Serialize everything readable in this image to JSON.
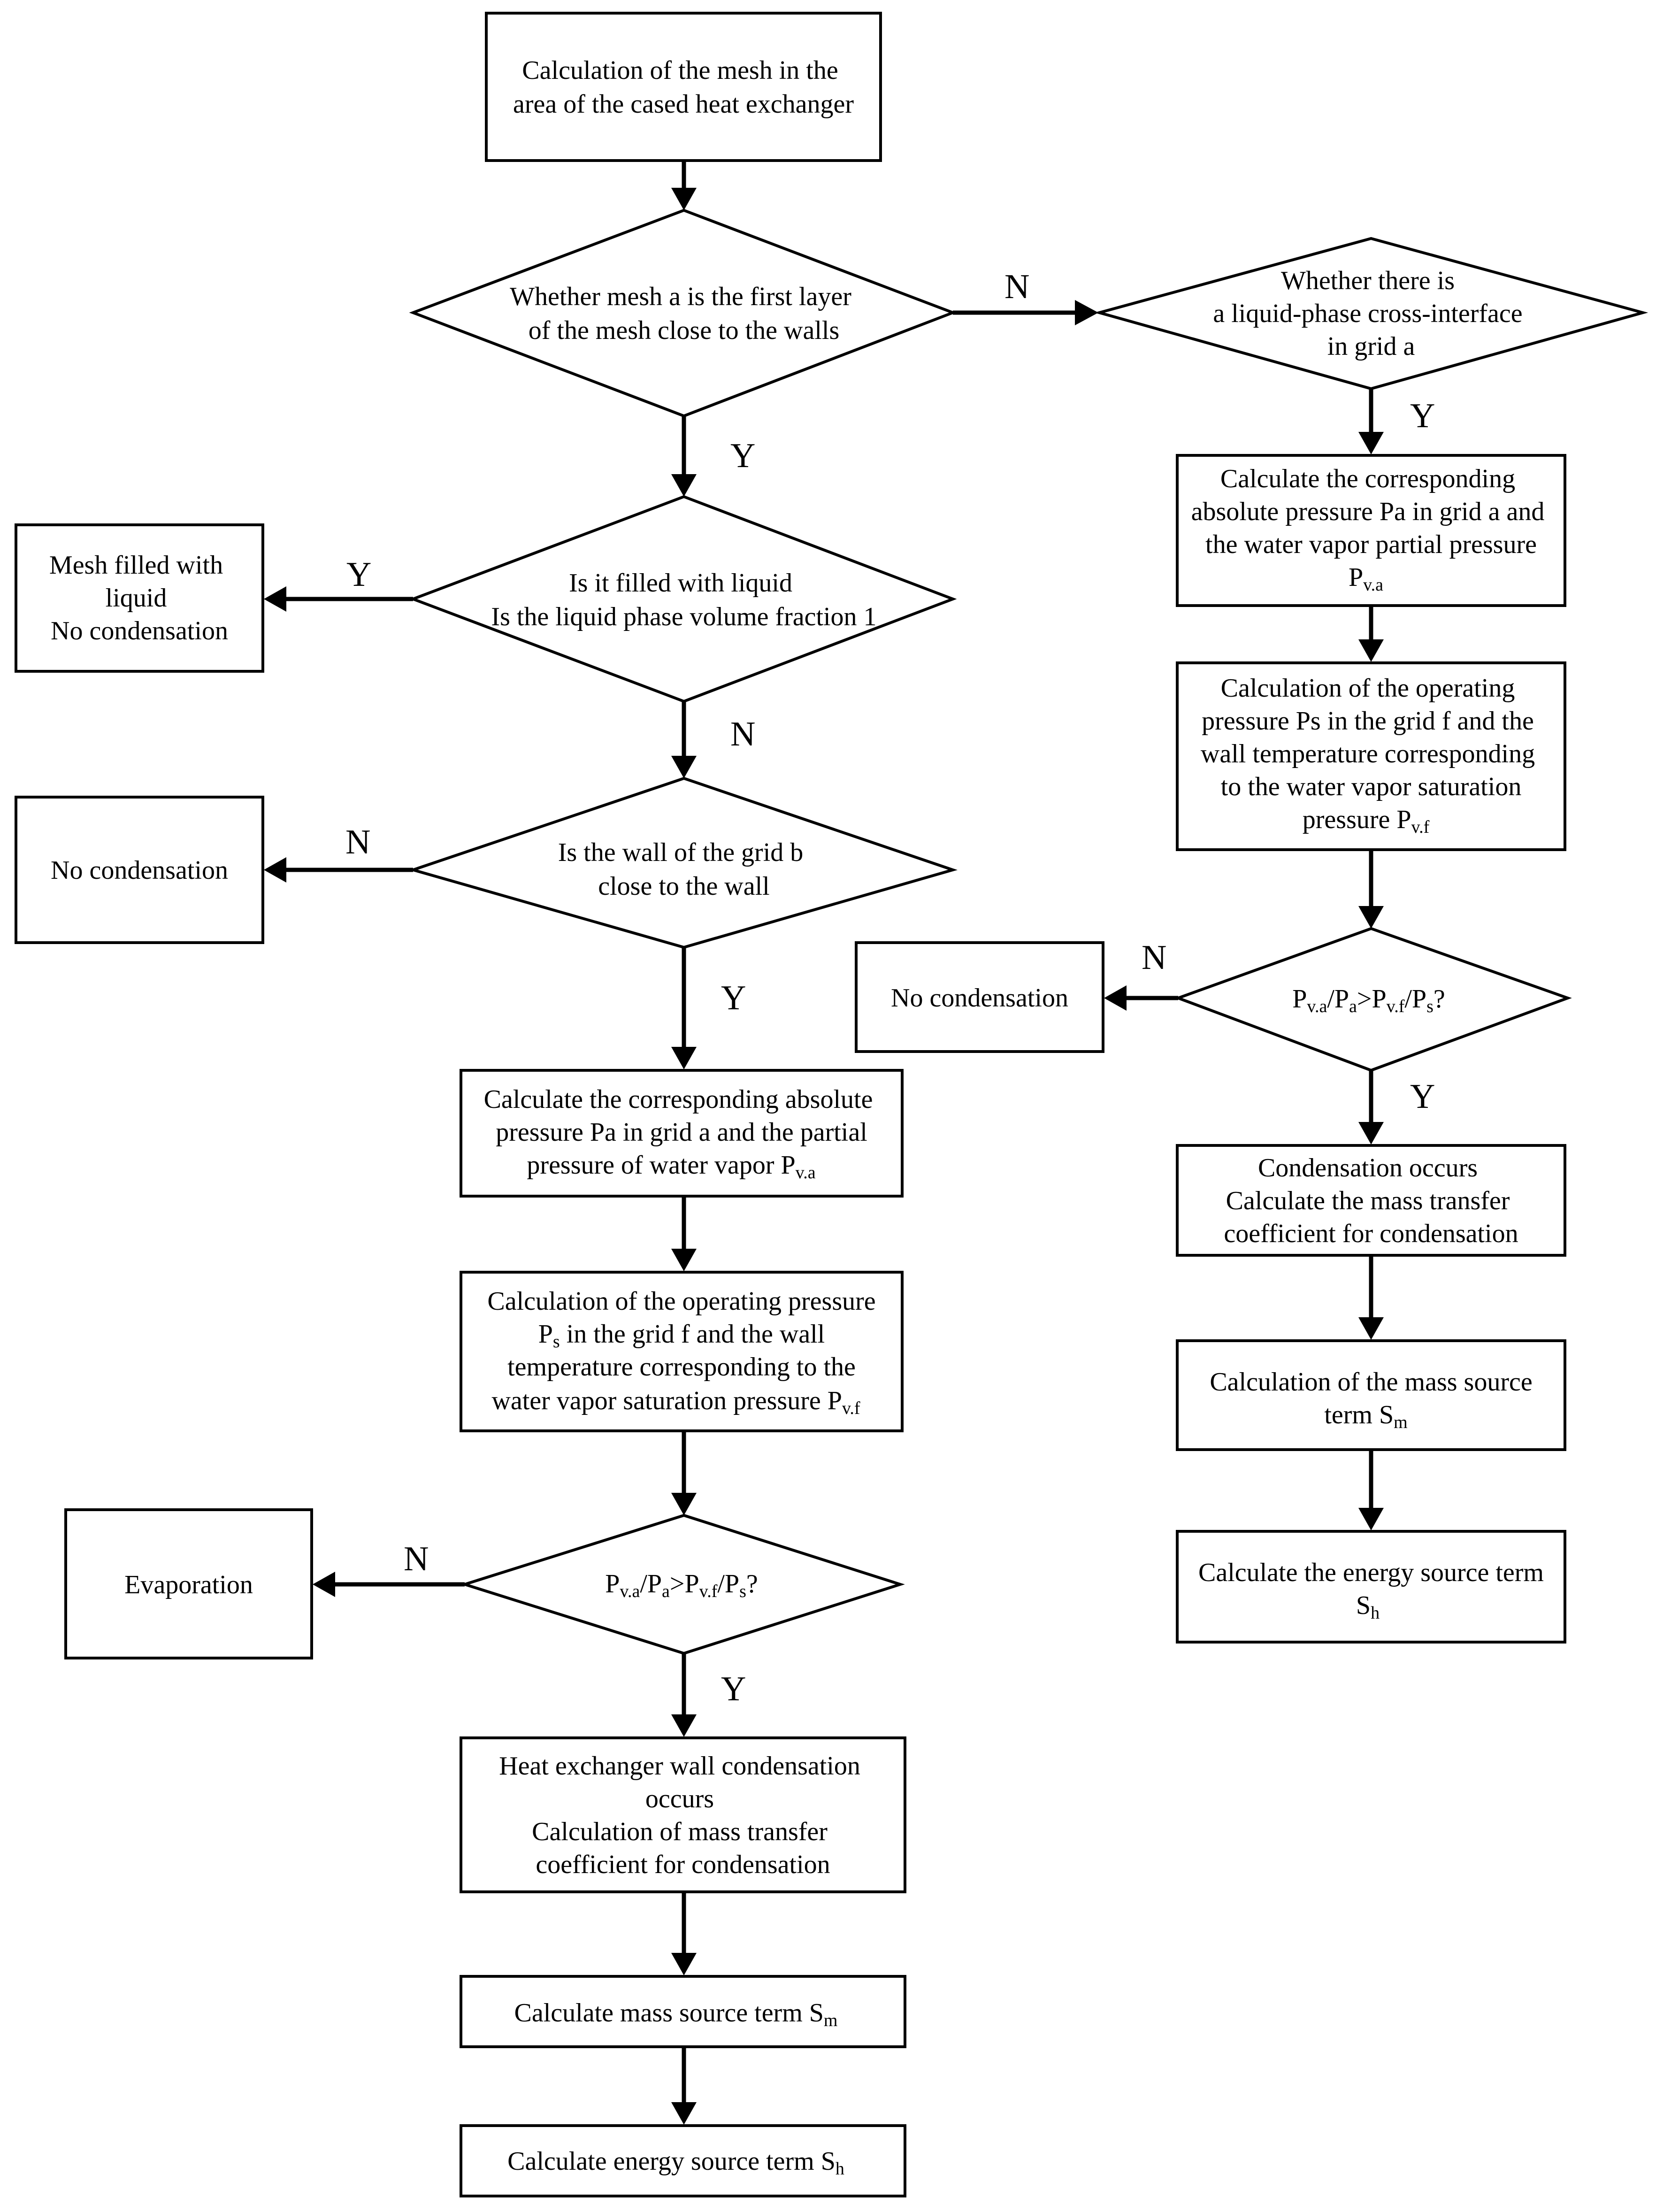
{
  "nodes": {
    "mesh_calc": {
      "lines": [
        "Calculation of the mesh in the",
        "area of the cased heat exchanger"
      ]
    },
    "first_layer": {
      "lines": [
        "Whether mesh a is the first layer",
        "of the mesh close to the walls"
      ]
    },
    "cross_interface": {
      "lines": [
        "Whether there is",
        "a liquid-phase cross-interface",
        "in grid a"
      ]
    },
    "filled_liquid": {
      "lines": [
        "Is it filled with liquid",
        "Is the liquid phase volume fraction 1"
      ]
    },
    "mesh_filled": {
      "lines": [
        "Mesh filled with",
        "liquid",
        "No condensation"
      ]
    },
    "wall_grid_b": {
      "lines": [
        "Is the wall of the grid b",
        "close to the wall"
      ]
    },
    "no_cond_left": {
      "lines": [
        "No condensation"
      ]
    },
    "abs_pressure_left": {
      "lines": [
        "Calculate the corresponding absolute",
        "pressure Pa in grid a and the partial",
        "pressure of water vapor P"
      ],
      "sub": "v.a"
    },
    "op_pressure_left": {
      "line1": "Calculation of the operating pressure",
      "line2_main": "P",
      "line2_sub": "s",
      "line2_rest": " in the grid f and the wall",
      "line3": "temperature corresponding to the",
      "line4_main": "water vapor saturation pressure P",
      "line4_sub": "v.f"
    },
    "decision_left": {
      "p": "P",
      "sub_va": "v.a",
      "a_sub": "a",
      "gt": ">",
      "sub_vf": "v.f",
      "s_sub": "s",
      "q": "?",
      "slash": "/"
    },
    "evaporation": {
      "lines": [
        "Evaporation"
      ]
    },
    "hx_condensation": {
      "lines": [
        "Heat exchanger wall condensation",
        "occurs",
        "Calculation of mass transfer",
        "coefficient for condensation"
      ]
    },
    "mass_source_left": {
      "main": "Calculate  mass source term S",
      "sub": "m"
    },
    "energy_source_left": {
      "main": "Calculate energy source term S",
      "sub": "h"
    },
    "abs_pressure_right": {
      "lines": [
        "Calculate the corresponding",
        "absolute pressure Pa in grid a and",
        "the water vapor partial pressure"
      ],
      "last_main": "P",
      "last_sub": "v.a"
    },
    "op_pressure_right": {
      "lines": [
        "Calculation of the operating",
        "pressure Ps in the grid f and the",
        "wall temperature corresponding",
        "to the water vapor saturation"
      ],
      "last_main": "pressure P",
      "last_sub": "v.f"
    },
    "decision_right": {
      "p": "P",
      "sub_va": "v.a",
      "a_sub": "a",
      "gt": ">",
      "sub_vf": "v.f",
      "s_sub": "s",
      "q": "?",
      "slash": "/"
    },
    "no_cond_right": {
      "lines": [
        "No condensation"
      ]
    },
    "condensation_right": {
      "lines": [
        "Condensation occurs",
        "Calculate the mass transfer",
        "coefficient for condensation"
      ]
    },
    "mass_source_right": {
      "lines": [
        "Calculation of the mass source"
      ],
      "last_main": "term S",
      "last_sub": "m"
    },
    "energy_source_right": {
      "lines": [
        "Calculate the energy source term"
      ],
      "last_main": "S",
      "last_sub": "h"
    }
  },
  "edge_labels": {
    "first_layer_no": "N",
    "first_layer_yes": "Y",
    "filled_yes": "Y",
    "filled_no": "N",
    "wall_no": "N",
    "wall_yes": "Y",
    "decision_left_no": "N",
    "decision_left_yes": "Y",
    "cross_yes": "Y",
    "decision_right_no": "N",
    "decision_right_yes": "Y"
  }
}
